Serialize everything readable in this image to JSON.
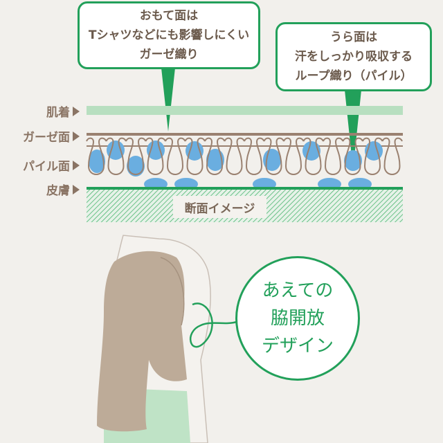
{
  "callouts": {
    "front": [
      "おもて面は",
      "Tシャツなどにも影響しにくい",
      "ガーゼ織り"
    ],
    "back": [
      "うら面は",
      "汗をしっかり吸収する",
      "ループ織り（パイル）"
    ]
  },
  "layers": {
    "innerwear": "肌着",
    "gauze": "ガーゼ面",
    "pile": "パイル面",
    "skin": "皮膚"
  },
  "section_label": "断面イメージ",
  "feature": [
    "あえての",
    "脇開放",
    "デザイン"
  ],
  "colors": {
    "green": "#22a05a",
    "brown": "#9a8170",
    "blue": "#6aaee0",
    "background": "#f2f0ec"
  }
}
